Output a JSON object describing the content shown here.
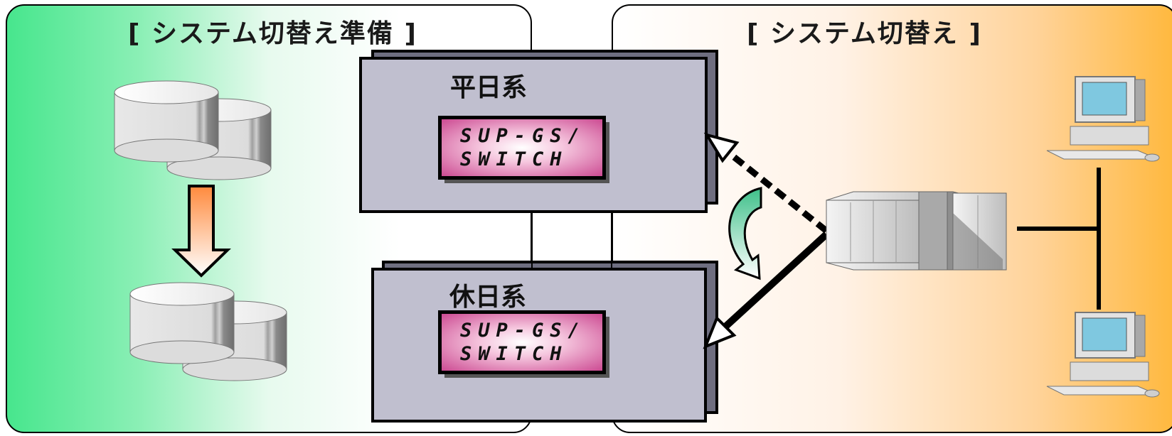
{
  "diagram": {
    "left_panel": {
      "heading": "[ システム切替え準備 ]"
    },
    "right_panel": {
      "heading": "[ システム切替え ]"
    },
    "weekday_system": {
      "title": "平日系",
      "program_line1": "SUP-GS/",
      "program_line2": "SWITCH"
    },
    "holiday_system": {
      "title": "休日系",
      "program_line1": "SUP-GS/",
      "program_line2": "SWITCH"
    },
    "colors": {
      "left_gradient": "#47e68d",
      "right_gradient": "#ffb83d",
      "system_box": "#c0bfcf",
      "program_box": "#cc4a92",
      "down_arrow": "#ff8a3d",
      "switch_arrow": "#3fc08a"
    },
    "icons": [
      "database-icon",
      "copy-arrow-icon",
      "server-icon",
      "terminal-icon",
      "switch-arrow-icon"
    ]
  }
}
